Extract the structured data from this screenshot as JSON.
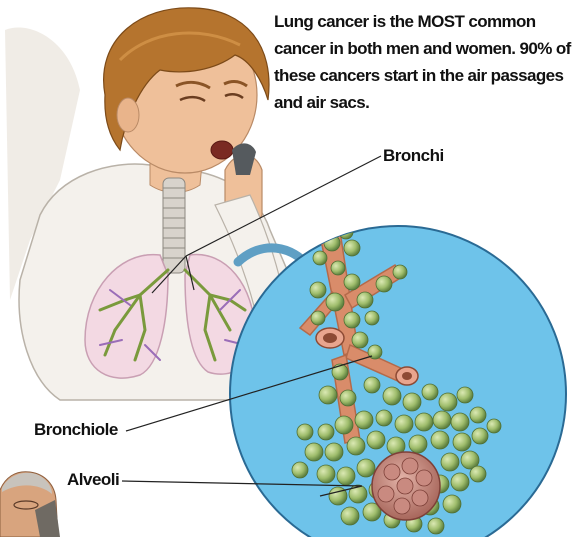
{
  "caption": "Lung cancer is the MOST common cancer in both men and women. 90% of these cancers start in the air passages and air sacs.",
  "labels": {
    "bronchi": "Bronchi",
    "bronchiole": "Bronchiole",
    "alveoli": "Alveoli"
  },
  "colors": {
    "circle_background": "#6ec3ea",
    "skin": "#efc09a",
    "hair": "#b5742e",
    "shirt": "#f4f1ec",
    "airway": "#d98c6a",
    "alveoli_green": "#a9c57a",
    "tumor": "#c98a80",
    "arrow": "#5f9fc4",
    "leader_line": "#222222"
  }
}
